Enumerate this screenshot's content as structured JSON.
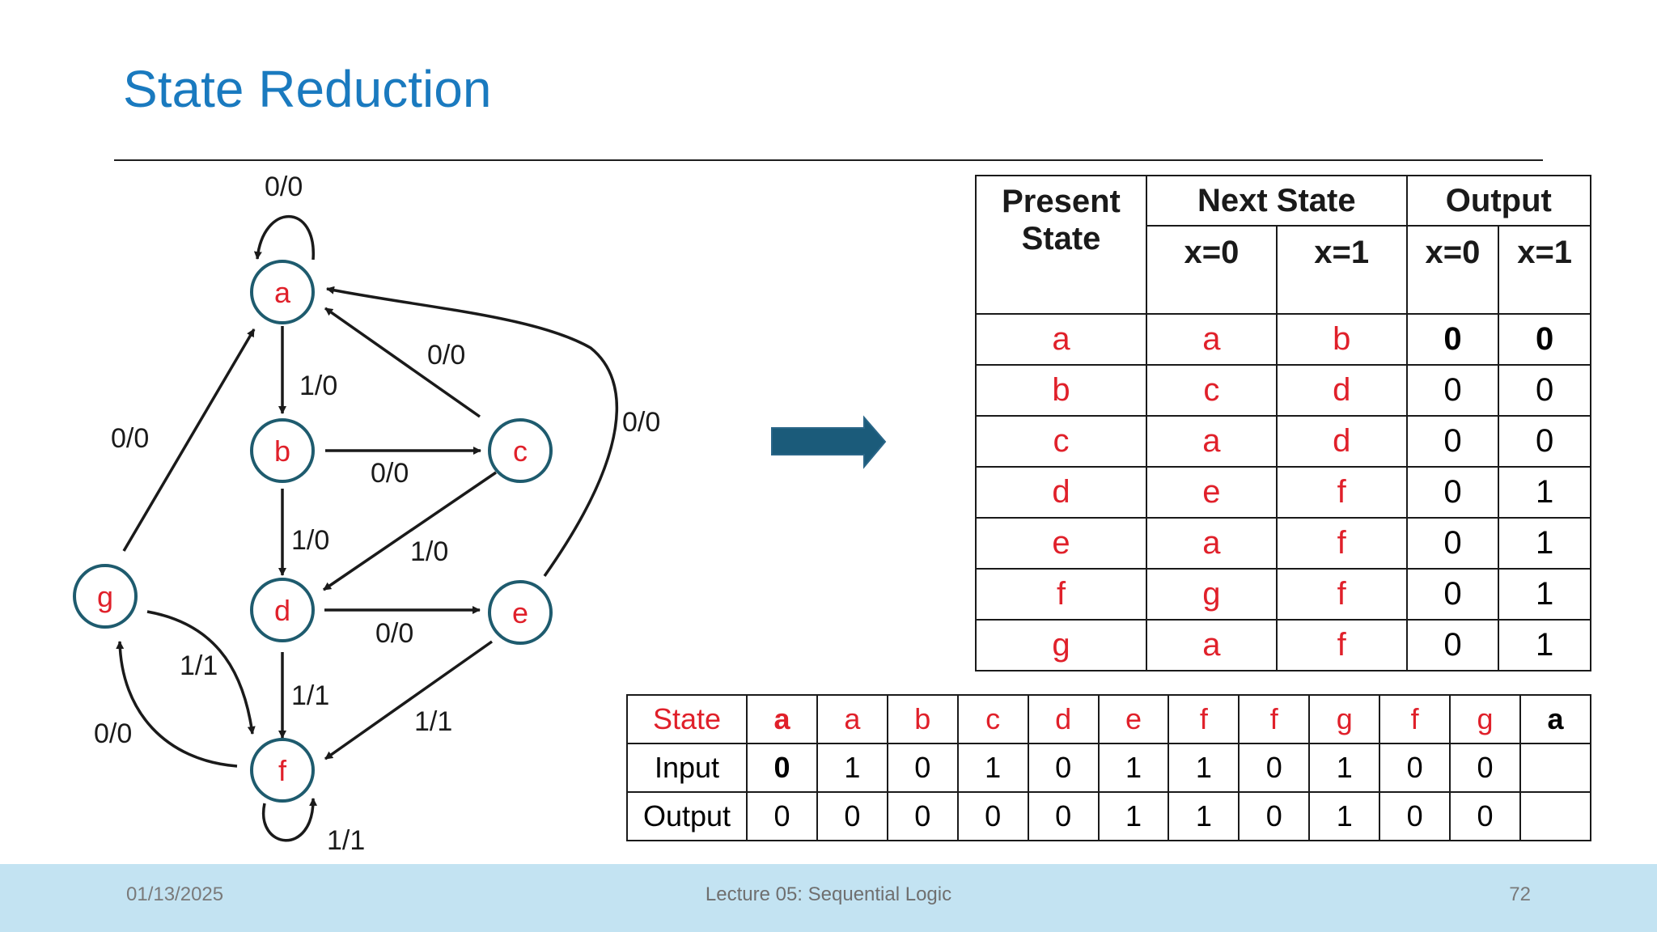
{
  "title": "State Reduction",
  "diagram": {
    "nodes": {
      "a": "a",
      "b": "b",
      "c": "c",
      "d": "d",
      "e": "e",
      "f": "f",
      "g": "g"
    },
    "edges": {
      "a_self": "0/0",
      "a_b": "1/0",
      "c_a": "0/0",
      "e_a": "0/0",
      "b_c": "0/0",
      "b_d": "1/0",
      "c_d": "1/0",
      "g_a": "0/0",
      "d_e": "0/0",
      "g_f": "1/1",
      "d_f": "1/1",
      "e_f": "1/1",
      "f_g": "0/0",
      "f_self": "1/1"
    },
    "colors": {
      "node_stroke": "#1e5b6e",
      "node_label": "#e0202a",
      "arrow": "#2a6688"
    }
  },
  "state_table": {
    "header": {
      "present": "Present State",
      "next": "Next State",
      "output": "Output",
      "x0": "x=0",
      "x1": "x=1"
    },
    "rows": [
      [
        "a",
        "a",
        "b",
        "0",
        "0"
      ],
      [
        "b",
        "c",
        "d",
        "0",
        "0"
      ],
      [
        "c",
        "a",
        "d",
        "0",
        "0"
      ],
      [
        "d",
        "e",
        "f",
        "0",
        "1"
      ],
      [
        "e",
        "a",
        "f",
        "0",
        "1"
      ],
      [
        "f",
        "g",
        "f",
        "0",
        "1"
      ],
      [
        "g",
        "a",
        "f",
        "0",
        "1"
      ]
    ]
  },
  "sequence_table": {
    "labels": {
      "state": "State",
      "input": "Input",
      "output": "Output"
    },
    "state": [
      "a",
      "a",
      "b",
      "c",
      "d",
      "e",
      "f",
      "f",
      "g",
      "f",
      "g",
      "a"
    ],
    "input": [
      "0",
      "1",
      "0",
      "1",
      "0",
      "1",
      "1",
      "0",
      "1",
      "0",
      "0",
      ""
    ],
    "output": [
      "0",
      "0",
      "0",
      "0",
      "0",
      "1",
      "1",
      "0",
      "1",
      "0",
      "0",
      ""
    ]
  },
  "footer": {
    "date": "01/13/2025",
    "lecture": "Lecture 05: Sequential Logic",
    "page": "72"
  }
}
